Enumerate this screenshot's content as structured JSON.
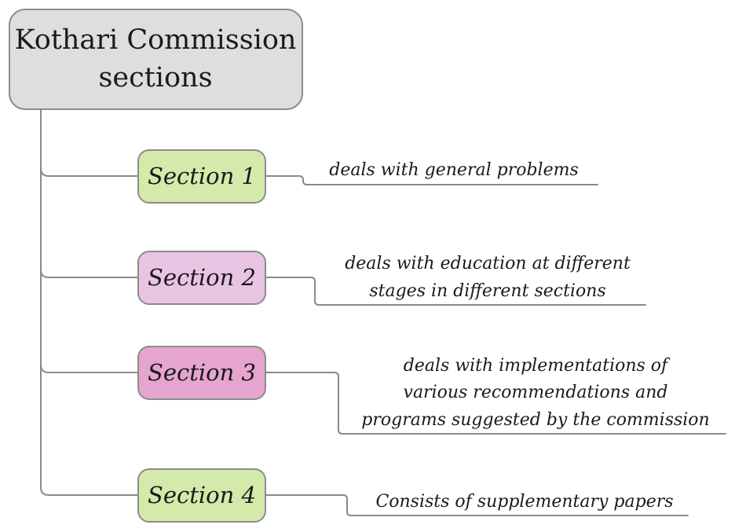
{
  "root": {
    "title_lines": [
      "Kothari Commission",
      "sections"
    ],
    "color": "#dddedd"
  },
  "sections": [
    {
      "label": "Section 1",
      "color": "#d4eaaa",
      "description_lines": [
        "deals with general problems"
      ]
    },
    {
      "label": "Section 2",
      "color": "#e9c4e2",
      "description_lines": [
        "deals with education at different",
        "stages in different sections"
      ]
    },
    {
      "label": "Section 3",
      "color": "#e5a5cf",
      "description_lines": [
        "deals with implementations of",
        "various recommendations and",
        "programs suggested by the commission"
      ]
    },
    {
      "label": "Section 4",
      "color": "#d4eaaa",
      "description_lines": [
        "Consists of supplementary papers"
      ]
    }
  ]
}
